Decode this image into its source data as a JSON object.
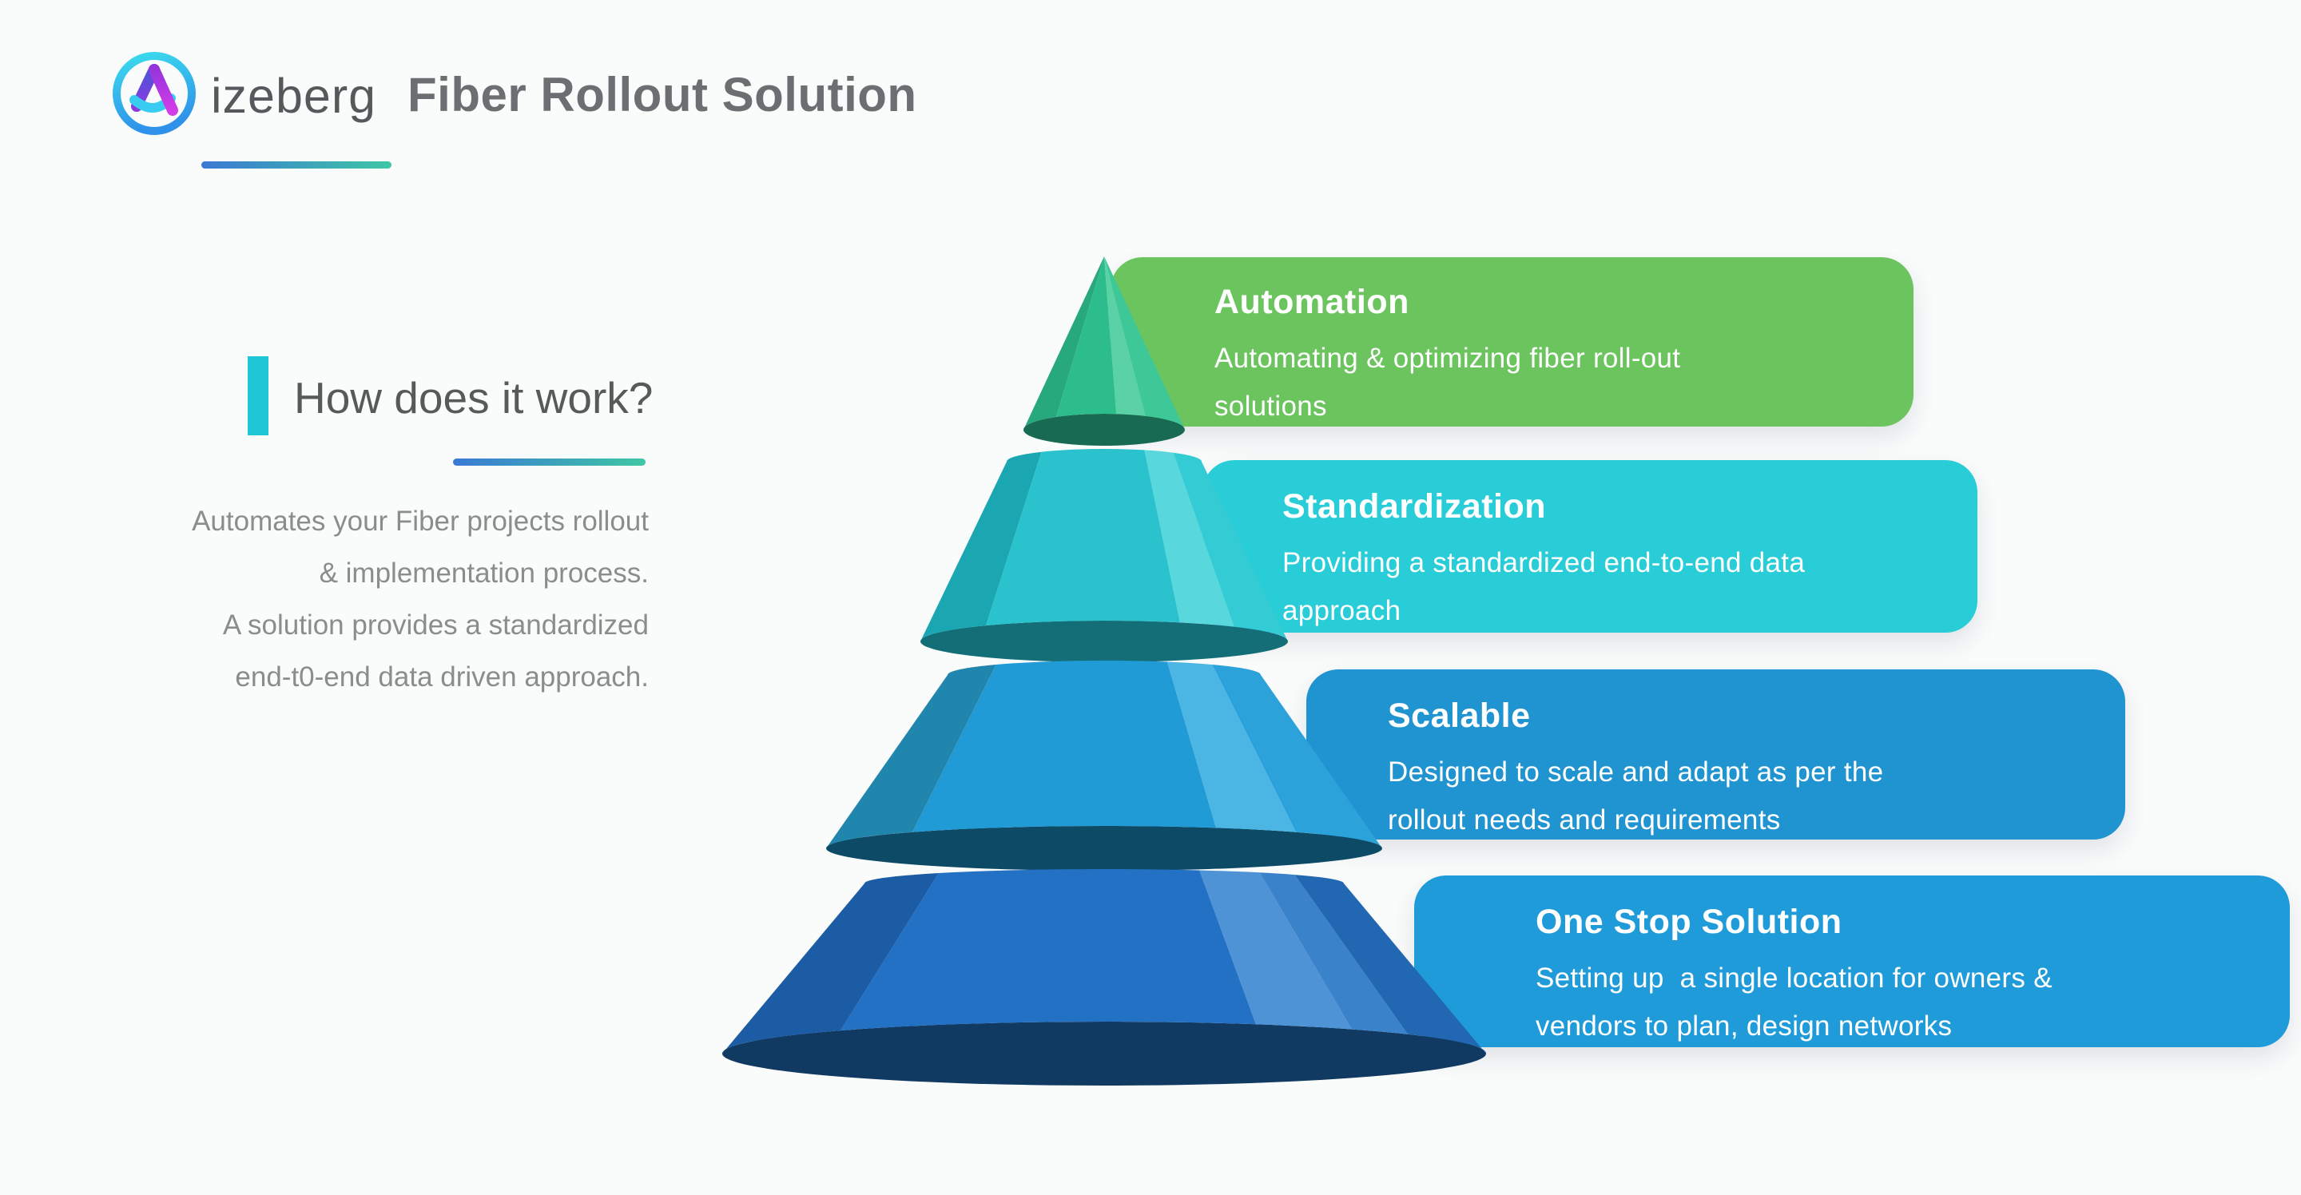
{
  "header": {
    "logo_text": "izeberg",
    "title": "Fiber Rollout Solution"
  },
  "intro": {
    "heading": "How does it work?",
    "paragraph_lines": [
      "Automates your Fiber projects rollout",
      "& implementation process.",
      "A solution provides a standardized",
      "end-t0-end data driven approach."
    ]
  },
  "pyramid": {
    "levels": [
      {
        "title": "Automation",
        "desc_lines": [
          "Automating & optimizing fiber roll-out",
          "solutions"
        ],
        "card_color": "#6bc45e",
        "shape": {
          "dark": "#28a87d",
          "main": "#2dbd8d",
          "light": "#5bd2a6",
          "right": "#3fc897",
          "under": "#186a53"
        }
      },
      {
        "title": "Standardization",
        "desc_lines": [
          "Providing a standardized end-to-end data",
          "approach"
        ],
        "card_color": "#29cdd7",
        "shape": {
          "dark": "#1ba7b2",
          "main": "#29c2cd",
          "light": "#58d7dc",
          "right": "#33cbd4",
          "under": "#136e78"
        }
      },
      {
        "title": "Scalable",
        "desc_lines": [
          "Designed to scale and adapt as per the",
          "rollout needs and requirements"
        ],
        "card_color": "#2094d0",
        "shape": {
          "dark": "#2186ad",
          "main": "#209bd5",
          "light": "#4bb5e3",
          "right": "#2ba2da",
          "under": "#0c4a66"
        }
      },
      {
        "title": "One Stop Solution",
        "desc_lines": [
          "Setting up  a single location for owners &",
          "vendors to plan, design networks"
        ],
        "card_color": "#209bd9",
        "shape": {
          "dark": "#1c5ca4",
          "main": "#2371c4",
          "light": "#4f93d7",
          "med": "#3a82ca",
          "right": "#2267b2",
          "under": "#113a62"
        }
      }
    ]
  },
  "colors": {
    "background": "#fafbfb",
    "accent_cyan": "#1fc7d6",
    "underline_gradient_from": "#3b79d4",
    "underline_gradient_to": "#3ec7a5",
    "heading_gray": "#58595b",
    "paragraph_gray": "#8b8c8e",
    "title_gray": "#6d6e71"
  },
  "brand": {
    "ring_top": "#3bdcec",
    "ring_bottom": "#2f92ea",
    "a_left_top": "#4a54d8",
    "a_left_bottom": "#8a3be0",
    "a_right_top": "#9634dc",
    "a_right_bottom": "#d23de8",
    "swoosh": "#38cdf0"
  }
}
